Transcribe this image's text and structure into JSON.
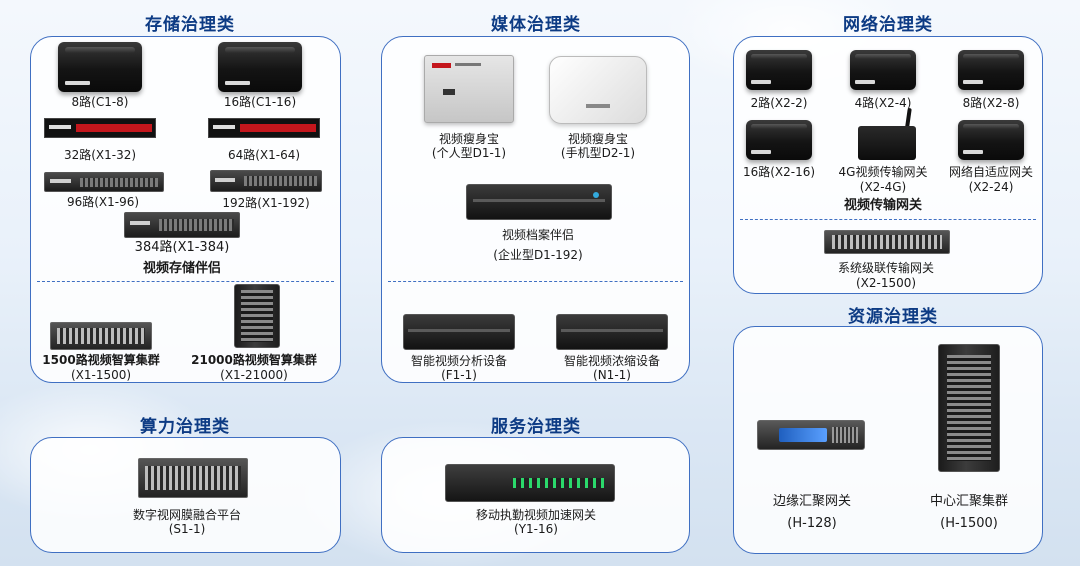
{
  "storage": {
    "title": "存储治理类",
    "items": [
      {
        "name": "8路(C1-8)"
      },
      {
        "name": "16路(C1-16)"
      },
      {
        "name": "32路(X1-32)"
      },
      {
        "name": "64路(X1-64)"
      },
      {
        "name": "96路(X1-96)"
      },
      {
        "name": "192路(X1-192)"
      },
      {
        "name": "384路(X1-384)"
      }
    ],
    "group_label": "视频存储伴侣",
    "clusters": [
      {
        "name": "1500路视频智算集群",
        "code": "(X1-1500)"
      },
      {
        "name": "21000路视频智算集群",
        "code": "(X1-21000)"
      }
    ]
  },
  "media": {
    "title": "媒体治理类",
    "items": [
      {
        "name": "视频瘦身宝",
        "code": "(个人型D1-1)"
      },
      {
        "name": "视频瘦身宝",
        "code": "(手机型D2-1)"
      },
      {
        "name": "视频档案伴侣",
        "code": "(企业型D1-192)"
      }
    ],
    "bottom": [
      {
        "name": "智能视频分析设备",
        "code": "(F1-1)"
      },
      {
        "name": "智能视频浓缩设备",
        "code": "(N1-1)"
      }
    ]
  },
  "network": {
    "title": "网络治理类",
    "items": [
      {
        "name": "2路(X2-2)"
      },
      {
        "name": "4路(X2-4)"
      },
      {
        "name": "8路(X2-8)"
      },
      {
        "name": "16路(X2-16)"
      },
      {
        "name": "4G视频传输网关",
        "code": "(X2-4G)"
      },
      {
        "name": "网络自适应网关",
        "code": "(X2-24)"
      }
    ],
    "group_label": "视频传输网关",
    "bottom": {
      "name": "系统级联传输网关",
      "code": "(X2-1500)"
    }
  },
  "resource": {
    "title": "资源治理类",
    "items": [
      {
        "name": "边缘汇聚网关",
        "code": "(H-128)"
      },
      {
        "name": "中心汇聚集群",
        "code": "(H-1500)"
      }
    ]
  },
  "compute": {
    "title": "算力治理类",
    "item": {
      "name": "数字视网膜融合平台",
      "code": "(S1-1)"
    }
  },
  "service": {
    "title": "服务治理类",
    "item": {
      "name": "移动执勤视频加速网关",
      "code": "(Y1-16)"
    }
  }
}
